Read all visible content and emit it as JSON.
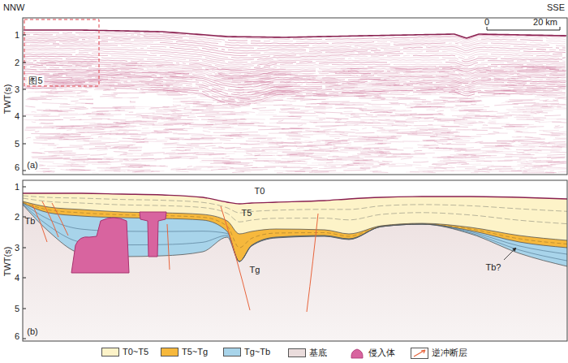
{
  "diagram": {
    "labels": [
      "NNW",
      "SSE",
      "0",
      "20 km",
      "1",
      "2",
      "3",
      "4",
      "5",
      "6",
      "TWT(s)",
      "图5",
      "(a)",
      "1",
      "2",
      "3",
      "4",
      "5",
      "6",
      "TWT(s)",
      "T0",
      "T5",
      "Tg",
      "Tb",
      "Tb?",
      "(b)"
    ],
    "legend": [
      {
        "text": "T0~T5",
        "color": "#fdf3c8"
      },
      {
        "text": "T5~Tg",
        "color": "#f6b83c"
      },
      {
        "text": "Tg~Tb",
        "color": "#a8d4ea"
      },
      {
        "text": "基底",
        "color": "#eadcdc"
      },
      {
        "text": "侵入体"
      },
      {
        "text": "逆冲断层"
      }
    ]
  }
}
